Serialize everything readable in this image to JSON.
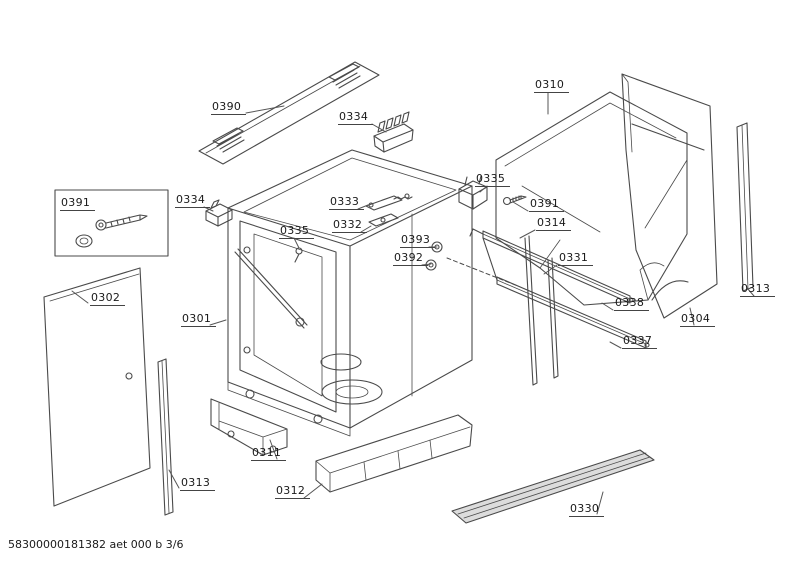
{
  "page": {
    "background": "#ffffff",
    "line_color": "#4a4a4a",
    "shade_color": "#dcdcdc"
  },
  "footer": {
    "doc_ref": "58300000181382 aet 000 b 3/6"
  },
  "labels": {
    "l0390": {
      "text": "0390"
    },
    "l0334_top": {
      "text": "0334"
    },
    "l0310": {
      "text": "0310"
    },
    "l0335_right": {
      "text": "0335"
    },
    "l0391_right": {
      "text": "0391"
    },
    "l0314": {
      "text": "0314"
    },
    "l0333": {
      "text": "0333"
    },
    "l0332": {
      "text": "0332"
    },
    "l0393": {
      "text": "0393"
    },
    "l0392": {
      "text": "0392"
    },
    "l0331": {
      "text": "0331"
    },
    "l0338": {
      "text": "0338"
    },
    "l0337": {
      "text": "0337"
    },
    "l0302": {
      "text": "0302"
    },
    "l0301": {
      "text": "0301"
    },
    "l0335_left": {
      "text": "0335"
    },
    "l0334_left": {
      "text": "0334"
    },
    "l0391_box": {
      "text": "0391"
    },
    "l0313_right": {
      "text": "0313"
    },
    "l0304": {
      "text": "0304"
    },
    "l0311": {
      "text": "0311"
    },
    "l0312": {
      "text": "0312"
    },
    "l0330": {
      "text": "0330"
    },
    "l0313_left": {
      "text": "0313"
    }
  }
}
